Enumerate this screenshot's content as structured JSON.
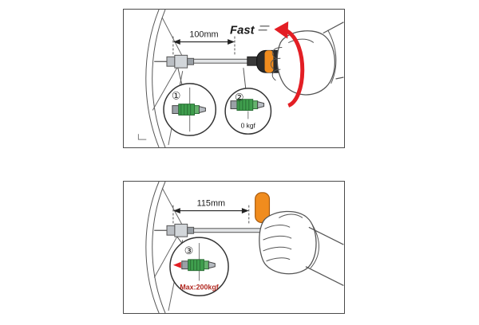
{
  "top_panel": {
    "fast_label": "Fast",
    "dimension_label": "100mm",
    "callout_1_number": "①",
    "callout_2_number": "②",
    "callout_2_value": "0 kgf"
  },
  "bottom_panel": {
    "dimension_label": "115mm",
    "callout_3_number": "③",
    "callout_3_value": "Max:200kgf"
  },
  "colors": {
    "rotation_arrow_red": "#e31e24",
    "part_green": "#3f9e4d",
    "handle_orange": "#f08c1e",
    "line_gray": "#555555"
  }
}
